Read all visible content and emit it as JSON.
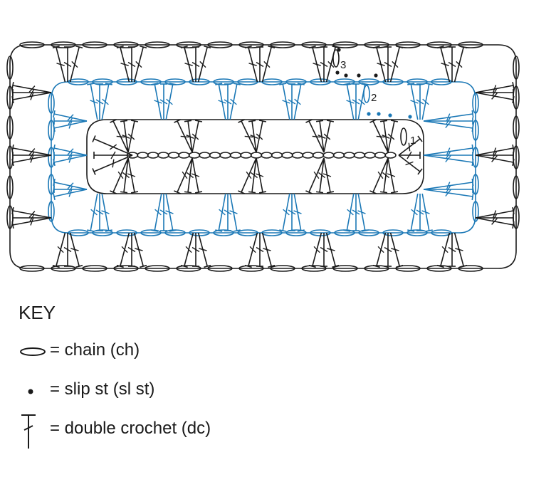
{
  "diagram": {
    "round_labels": [
      "3",
      "2",
      "1"
    ],
    "colors": {
      "stitch_black": "#1a1a1a",
      "stitch_blue": "#1b78b6",
      "background": "#ffffff"
    }
  },
  "key": {
    "title": "KEY",
    "items": [
      {
        "symbol": "chain-symbol",
        "text": "= chain (ch)"
      },
      {
        "symbol": "slip-stitch-symbol",
        "text": "= slip st (sl st)"
      },
      {
        "symbol": "double-crochet-symbol",
        "text": "= double crochet (dc)"
      }
    ]
  }
}
